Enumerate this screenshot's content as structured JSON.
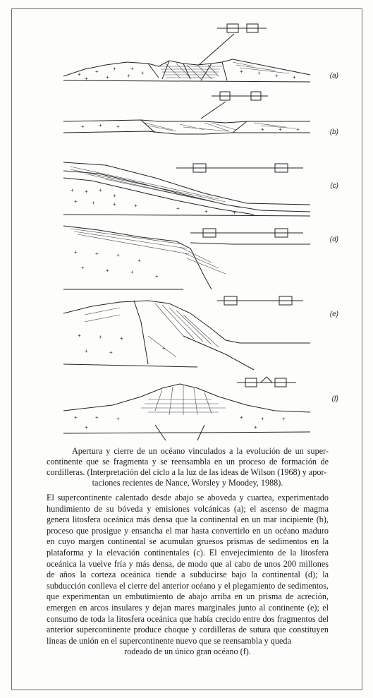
{
  "figure": {
    "labels": [
      "(a)",
      "(b)",
      "(c)",
      "(d)",
      "(e)",
      "(f)"
    ]
  },
  "caption": {
    "line1": "Apertura y cierre de un océano vinculados a la evolución de un super-",
    "rest": "continente que se fragmenta y se reensambla en un proceso de formación de cordilleras. (Interpretación del ciclo a la luz de las ideas de Wilson (1968) y apor-",
    "last": "taciones recientes de Nance, Worsley y Moodey, 1988)."
  },
  "body": {
    "paragraph": "El supercontinente calentado desde abajo se abovedа y cuartea, experimentado hundimiento de su bóveda y emisiones volcánicas (a); el ascenso de magma genera litosfera oceánica más densa que la continental en un mar incipiente (b), proceso que prosigue y ensancha el mar hasta convertirlo en un océano maduro en cuyo margen continental se acumulan gruesos prismas de sedimentos en la plataforma y la elevación continentales (c). El envejecimiento de la litosfera oceánica la vuelve fría y más densa, de modo que al cabo de unos 200 millones de años la corteza oceánica tiende a subducirse bajo la continental (d); la subducción conlleva el cierre del anterior océano y el plegamiento de sedimentos, que experimentan un embutimiento de abajo arriba en un prisma de acreción, emergen en arcos insulares y dejan mares marginales junto al continente (e); el consumo de toda la litosfera oceánica que había crecido entre dos fragmentos del anterior supercontinente produce choque y cordilleras de sutura que constituyen líneas de unión en el supercontinente nuevo que se reensambla y queda",
    "last": "rodeado de un único gran océano (f)."
  }
}
